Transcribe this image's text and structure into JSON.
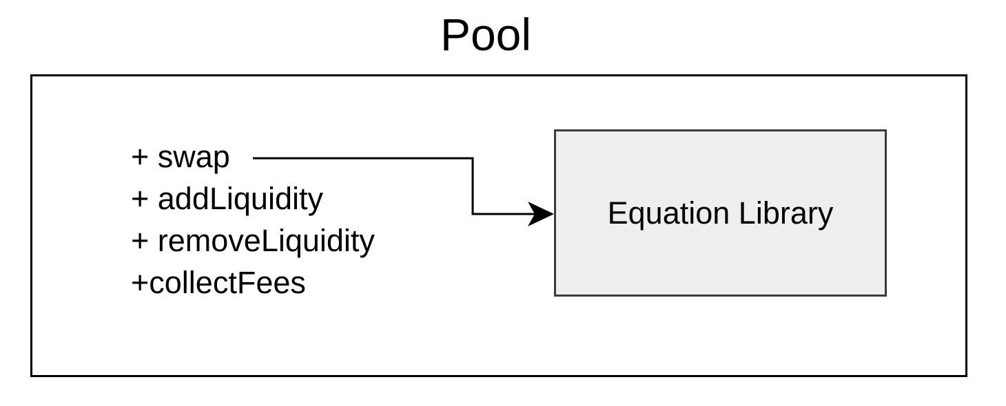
{
  "diagram": {
    "title": "Pool",
    "methods": [
      "+ swap",
      "+ addLiquidity",
      "+ removeLiquidity",
      "+collectFees"
    ],
    "library": {
      "label": "Equation Library"
    },
    "colors": {
      "stroke": "#000000",
      "library_fill": "#eeeeee",
      "library_border": "#3a3a3a"
    },
    "connector": {
      "from": "+ swap",
      "to": "Equation Library"
    }
  }
}
